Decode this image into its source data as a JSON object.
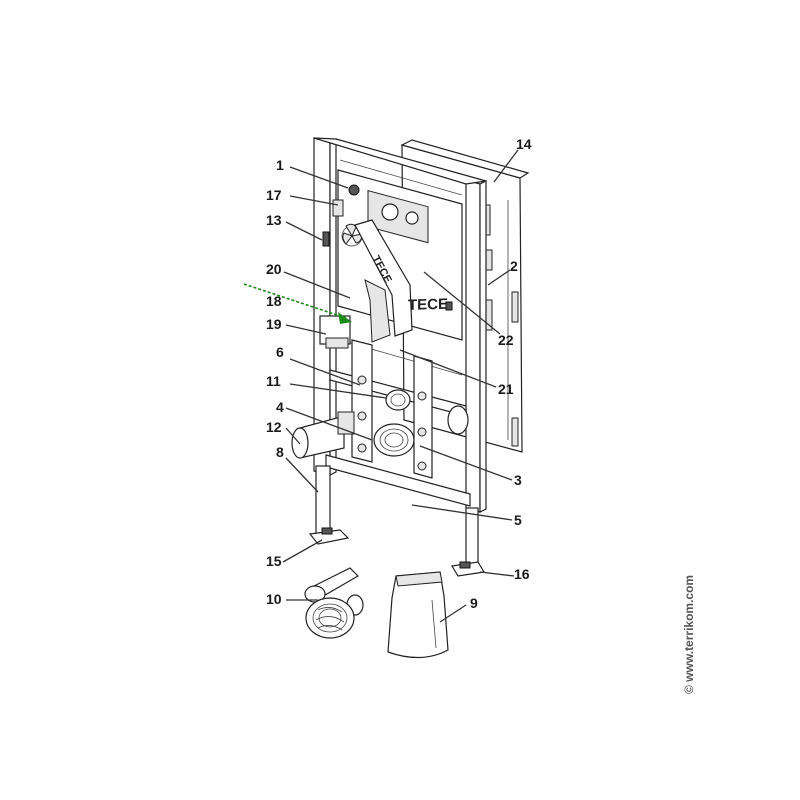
{
  "diagram": {
    "brand_labels": [
      "TECE",
      "TECE"
    ],
    "callouts": [
      {
        "id": "1",
        "label": "1"
      },
      {
        "id": "17",
        "label": "17"
      },
      {
        "id": "13",
        "label": "13"
      },
      {
        "id": "20",
        "label": "20"
      },
      {
        "id": "18",
        "label": "18"
      },
      {
        "id": "19",
        "label": "19"
      },
      {
        "id": "6",
        "label": "6"
      },
      {
        "id": "11",
        "label": "11"
      },
      {
        "id": "4",
        "label": "4"
      },
      {
        "id": "12",
        "label": "12"
      },
      {
        "id": "8",
        "label": "8"
      },
      {
        "id": "15",
        "label": "15"
      },
      {
        "id": "10",
        "label": "10"
      },
      {
        "id": "9",
        "label": "9"
      },
      {
        "id": "16",
        "label": "16"
      },
      {
        "id": "5",
        "label": "5"
      },
      {
        "id": "3",
        "label": "3"
      },
      {
        "id": "21",
        "label": "21"
      },
      {
        "id": "22",
        "label": "22"
      },
      {
        "id": "2",
        "label": "2"
      },
      {
        "id": "14",
        "label": "14"
      }
    ],
    "highlight_arrow_color": "#1a8a1a",
    "watermark": "© www.terrikom.com"
  }
}
